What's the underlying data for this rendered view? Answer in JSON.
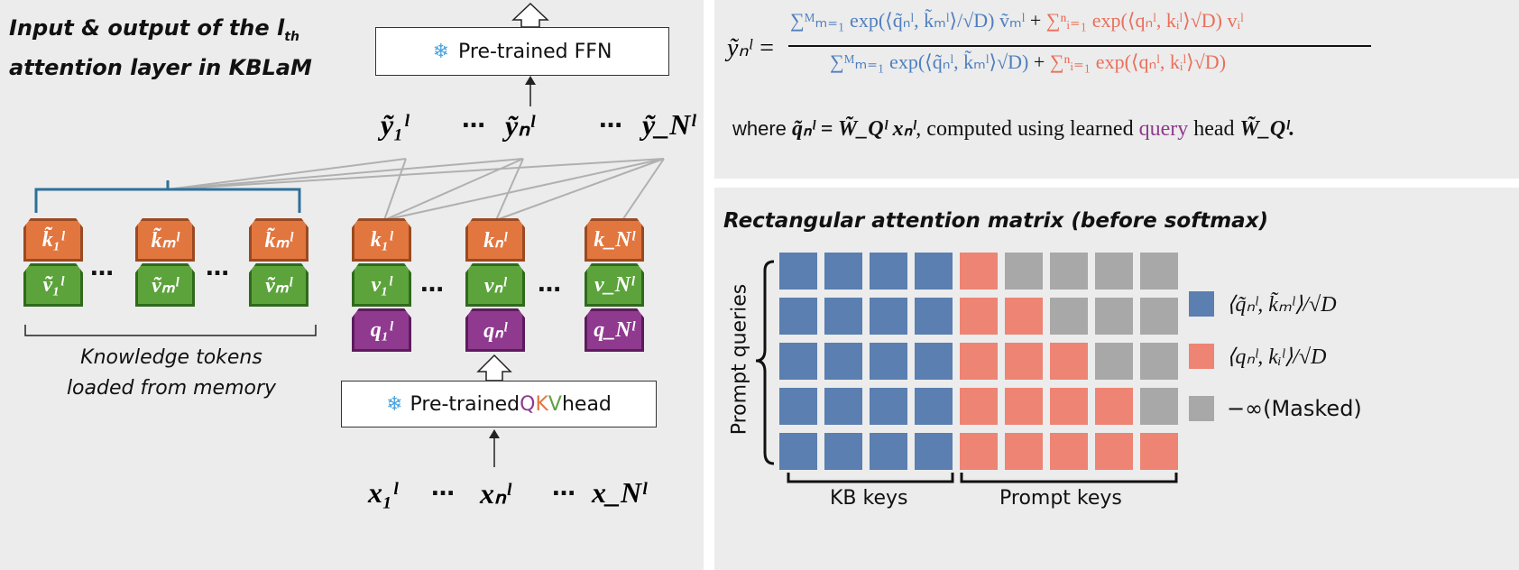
{
  "left_panel": {
    "title_line1": "Input & output of the l",
    "title_sub": "th",
    "title_line2": "attention layer in KBLaM",
    "ffn_label": "Pre-trained FFN",
    "qkv_label_prefix": "Pre-trained ",
    "qkv_q": "Q",
    "qkv_k": "K",
    "qkv_v": "V",
    "qkv_label_suffix": " head",
    "outputs": [
      "ỹ₁ˡ",
      "ỹₙˡ",
      "ỹ_Nˡ"
    ],
    "inputs": [
      "x₁ˡ",
      "xₙˡ",
      "x_Nˡ"
    ],
    "knowledge_keys": [
      "k̃₁ˡ",
      "k̃ₘˡ",
      "k̃ₘˡ"
    ],
    "knowledge_values": [
      "ṽ₁ˡ",
      "ṽₘˡ",
      "ṽₘˡ"
    ],
    "prompt_keys": [
      "k₁ˡ",
      "kₙˡ",
      "k_Nˡ"
    ],
    "prompt_values": [
      "v₁ˡ",
      "vₙˡ",
      "v_Nˡ"
    ],
    "prompt_queries": [
      "q₁ˡ",
      "qₙˡ",
      "q_Nˡ"
    ],
    "ellipsis": "…",
    "kb_caption_line1": "Knowledge tokens",
    "kb_caption_line2": "loaded from memory"
  },
  "formula_panel": {
    "lhs": "ỹₙˡ =",
    "num_blue": "∑ᴹₘ₌₁ exp(⟨q̃ₙˡ, k̃ₘˡ⟩/√D) ṽₘˡ",
    "num_red": "∑ⁿᵢ₌₁ exp(⟨qₙˡ, kᵢˡ⟩√D) vᵢˡ",
    "den_blue": "∑ᴹₘ₌₁ exp(⟨q̃ₙˡ, k̃ₘˡ⟩√D)",
    "den_red": "∑ⁿᵢ₌₁ exp(⟨qₙˡ, kᵢˡ⟩√D)",
    "plus": "+",
    "where_prefix": "where ",
    "where_math": "q̃ₙˡ = W̃_Qˡ xₙˡ",
    "where_mid": ", computed using learned ",
    "where_query": "query",
    "where_head": " head ",
    "where_w": "W̃_Qˡ."
  },
  "matrix_panel": {
    "title": "Rectangular attention matrix (before softmax)",
    "y_label": "Prompt queries",
    "kb_keys_label": "KB keys",
    "prompt_keys_label": "Prompt keys",
    "legend": [
      {
        "label": "⟨q̃ₙˡ, k̃ₘˡ⟩/√D",
        "color": "#5a7fb0"
      },
      {
        "label": "⟨qₙˡ, kᵢˡ⟩/√D",
        "color": "#ee8473"
      },
      {
        "label": "−∞(Masked)",
        "color": "#a8a8a8"
      }
    ],
    "rows": 5,
    "kb_cols": 4,
    "prompt_cols": 5
  },
  "colors": {
    "kb_blue": "#5a7fb0",
    "prompt_red": "#ee8473",
    "masked_gray": "#a8a8a8",
    "key_orange": "#e2763f",
    "value_green": "#5ca33c",
    "query_purple": "#8f3a8f",
    "brace_blue": "#2f6f9a"
  }
}
